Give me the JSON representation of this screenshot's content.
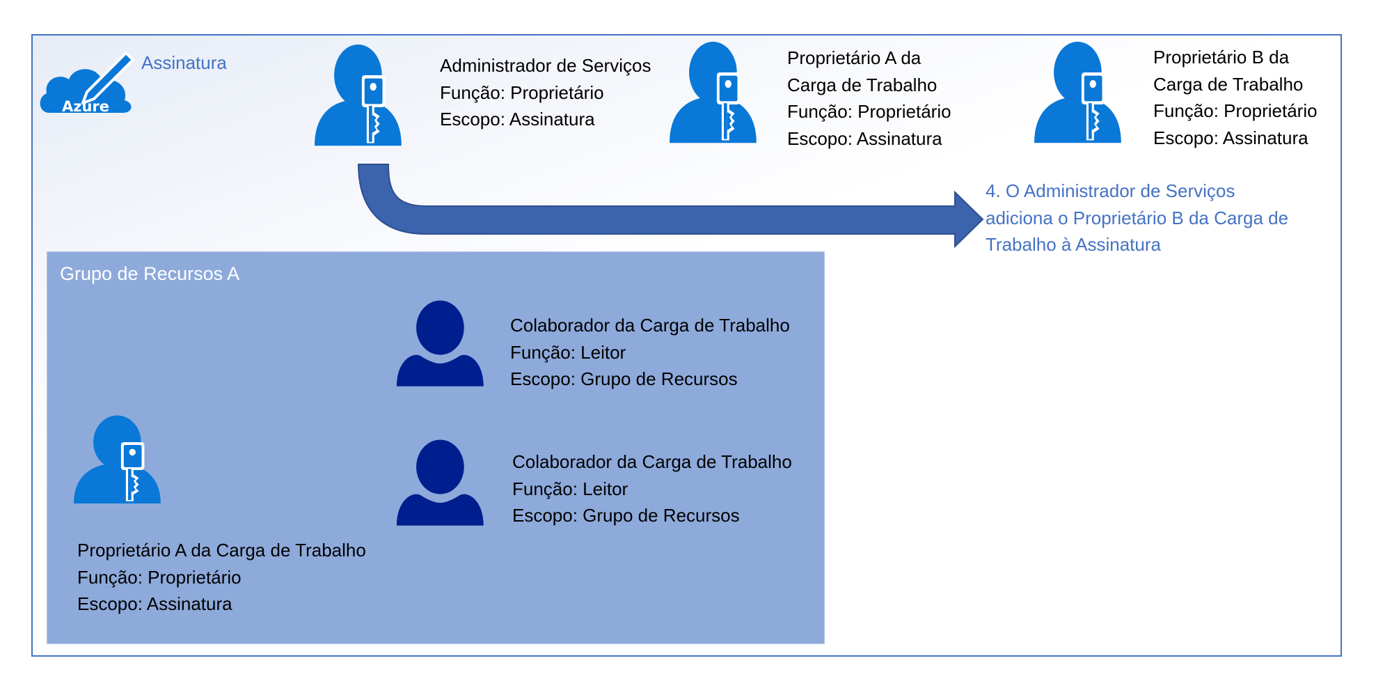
{
  "subscription": {
    "label": "Assinatura",
    "azure_logo_text": "Azure"
  },
  "service_admin": {
    "lines": [
      "Administrador de Serviços",
      "Função: Proprietário",
      "Escopo: Assinatura"
    ]
  },
  "owner_a_top": {
    "lines": [
      "Proprietário A da",
      "Carga de Trabalho",
      "Função: Proprietário",
      "Escopo: Assinatura"
    ]
  },
  "owner_b_top": {
    "lines": [
      "Proprietário B da",
      "Carga de Trabalho",
      "Função: Proprietário",
      "Escopo: Assinatura"
    ]
  },
  "step_note": {
    "lines": [
      "4. O Administrador de Serviços",
      "adiciona o Proprietário B da Carga de",
      "Trabalho à Assinatura"
    ]
  },
  "resource_group": {
    "title": "Grupo de Recursos A",
    "contributor_1": {
      "lines": [
        "Colaborador da Carga de Trabalho",
        "Função: Leitor",
        "Escopo: Grupo de Recursos"
      ]
    },
    "contributor_2": {
      "lines": [
        "Colaborador da Carga de Trabalho",
        "Função: Leitor",
        "Escopo: Grupo de Recursos"
      ]
    },
    "owner_a": {
      "lines": [
        "Proprietário A da Carga de Trabalho",
        "Função: Proprietário",
        "Escopo: Assinatura"
      ]
    }
  },
  "colors": {
    "owner_icon": "#0a78d7",
    "contributor_icon": "#001f8f",
    "arrow": "#3c63ae",
    "frame_border": "#4472c4",
    "resource_group_fill": "#8eaadb",
    "accent_text": "#4472c4"
  },
  "icons": {
    "azure": "azure-cloud-pencil-icon",
    "owner": "user-with-key-icon",
    "contributor": "user-icon",
    "arrow": "curved-arrow-icon"
  }
}
